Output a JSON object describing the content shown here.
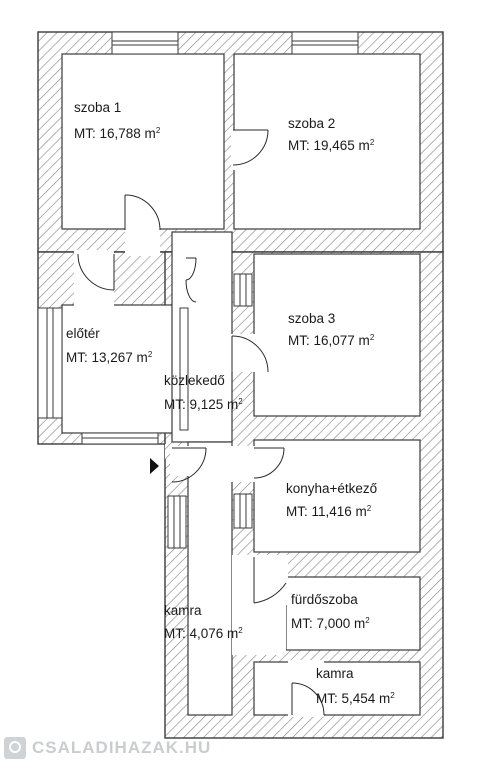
{
  "rooms": [
    {
      "id": "szoba-1",
      "name": "szoba 1",
      "area_prefix": "MT:",
      "area": "16,788 m",
      "unit_sup": "2"
    },
    {
      "id": "szoba-2",
      "name": "szoba 2",
      "area_prefix": "MT:",
      "area": "19,465 m",
      "unit_sup": "2"
    },
    {
      "id": "szoba-3",
      "name": "szoba 3",
      "area_prefix": "MT:",
      "area": "16,077 m",
      "unit_sup": "2"
    },
    {
      "id": "eloter",
      "name": "előtér",
      "area_prefix": "MT:",
      "area": "13,267 m",
      "unit_sup": "2"
    },
    {
      "id": "kozlekedo",
      "name": "közlekedő",
      "area_prefix": "MT:",
      "area": "9,125 m",
      "unit_sup": "2"
    },
    {
      "id": "konyha",
      "name": "konyha+étkező",
      "area_prefix": "MT:",
      "area": " 11,416 m",
      "unit_sup": "2"
    },
    {
      "id": "kamra-1",
      "name": "kamra",
      "area_prefix": "MT:",
      "area": "4,076 m",
      "unit_sup": "2"
    },
    {
      "id": "furdoszoba",
      "name": "fürdőszoba",
      "area_prefix": "MT:",
      "area": "7,000 m",
      "unit_sup": "2"
    },
    {
      "id": "kamra-2",
      "name": "kamra",
      "area_prefix": "MT:",
      "area": "5,454 m",
      "unit_sup": "2"
    }
  ],
  "watermark": {
    "text": "CSALADIHAZAK.HU",
    "icon": "house-logo-icon"
  },
  "colors": {
    "wall_outline": "#3a3a3a",
    "hatch": "#8c8c8c",
    "room_fill": "#ffffff",
    "watermark": "#c9cdd0"
  }
}
